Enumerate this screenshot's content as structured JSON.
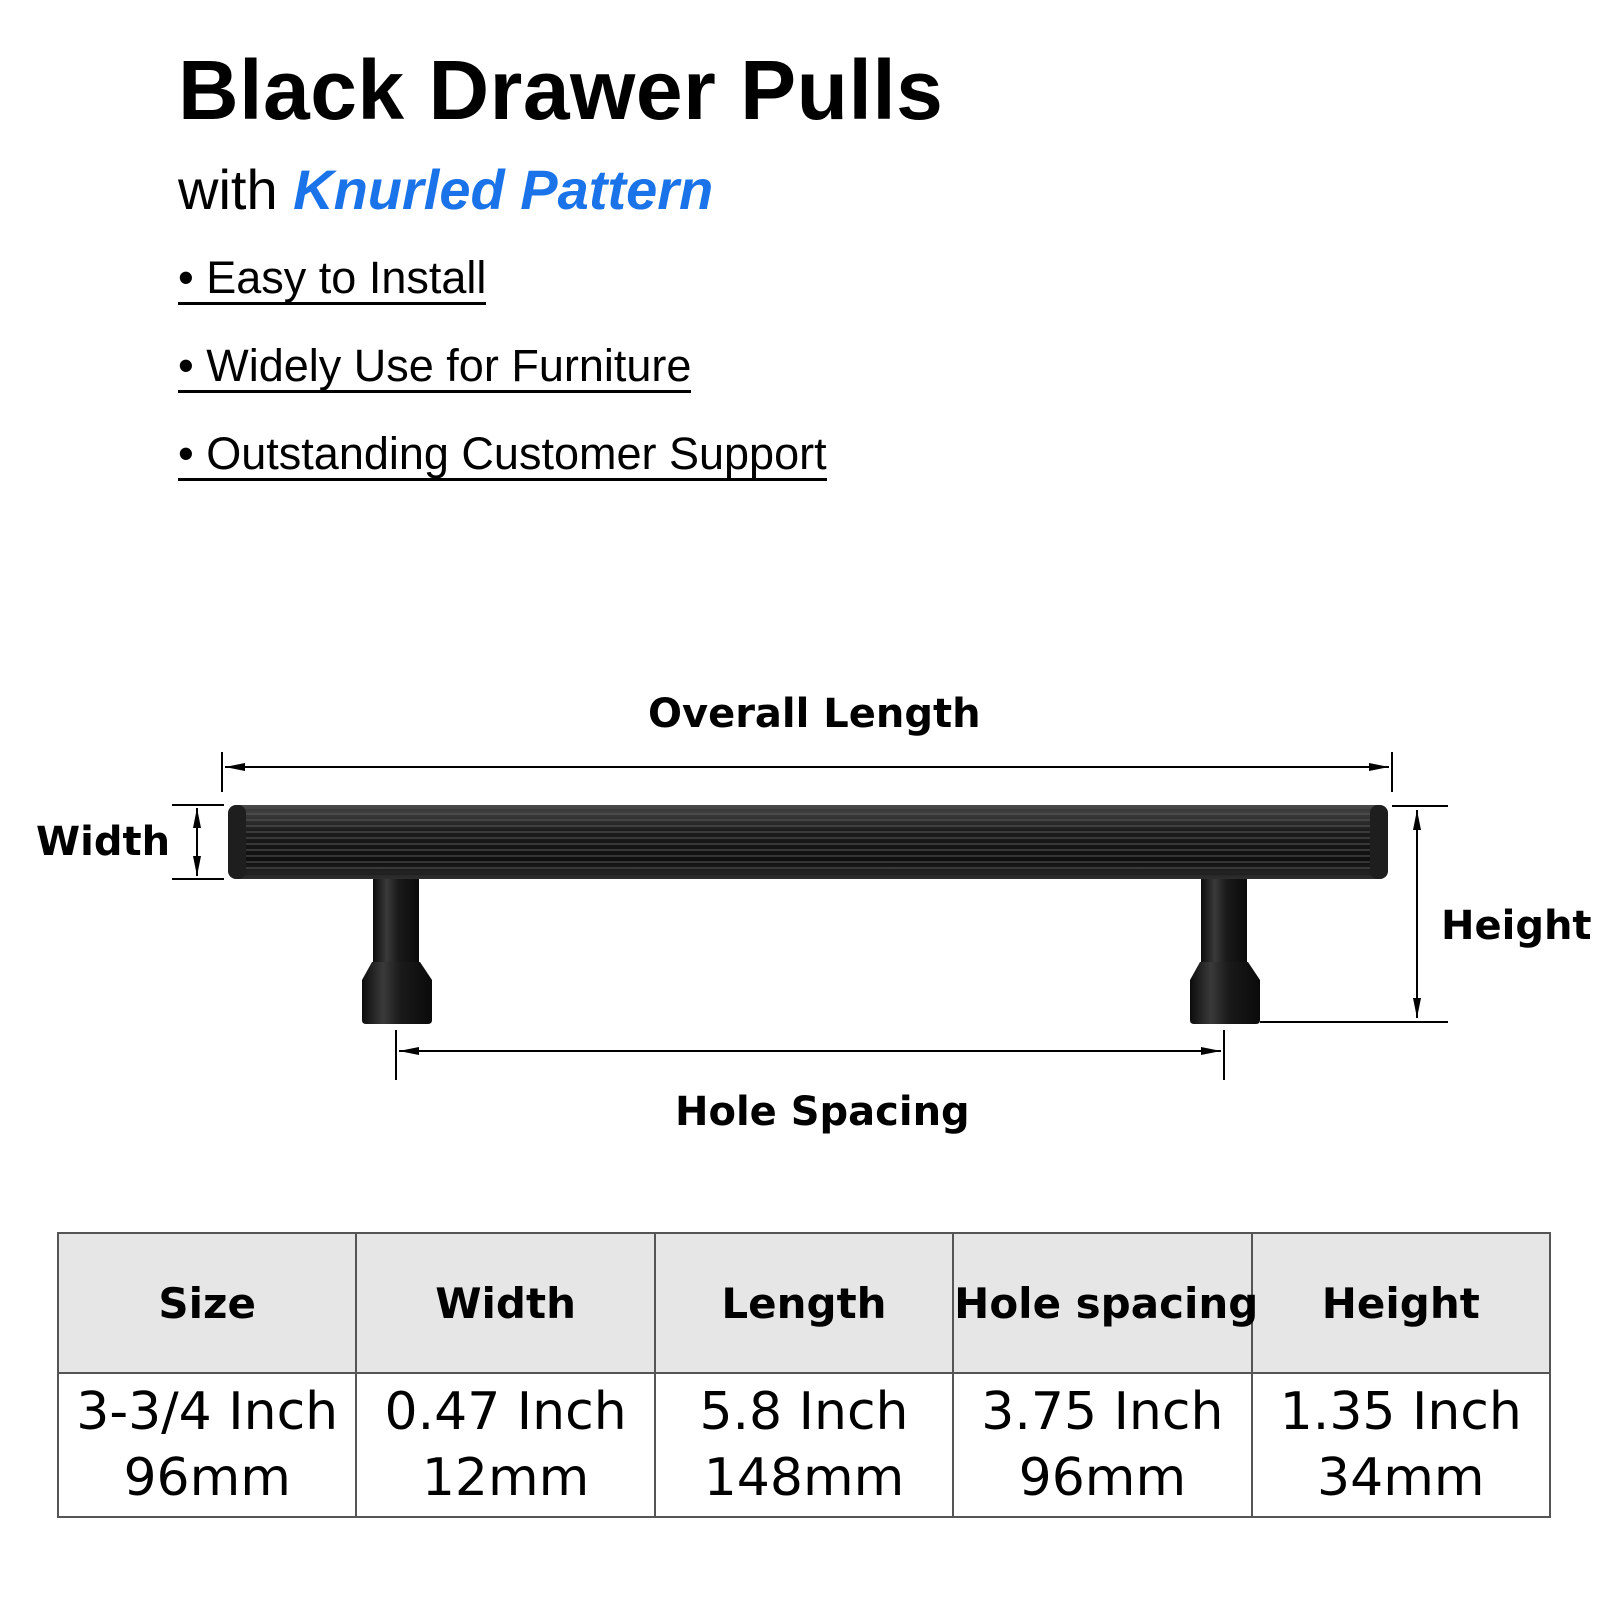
{
  "header": {
    "title": "Black Drawer Pulls",
    "subtitle_prefix": "with",
    "subtitle_accent": "Knurled Pattern"
  },
  "features": [
    "• Easy to Install",
    "• Widely Use for Furniture",
    "• Outstanding Customer Support"
  ],
  "diagram": {
    "overall_length_label": "Overall Length",
    "width_label": "Width",
    "height_label": "Height",
    "hole_spacing_label": "Hole Spacing"
  },
  "specs": {
    "headers": [
      "Size",
      "Width",
      "Length",
      "Hole spacing",
      "Height"
    ],
    "rows": [
      [
        {
          "inch": "3-3/4 Inch",
          "mm": "96mm"
        },
        {
          "inch": "0.47 Inch",
          "mm": "12mm"
        },
        {
          "inch": "5.8 Inch",
          "mm": "148mm"
        },
        {
          "inch": "3.75 Inch",
          "mm": "96mm"
        },
        {
          "inch": "1.35 Inch",
          "mm": "34mm"
        }
      ]
    ]
  },
  "colors": {
    "accent": "#1a73e8",
    "handle": "#1a1a1a",
    "table_header_bg": "#e6e6e6"
  }
}
